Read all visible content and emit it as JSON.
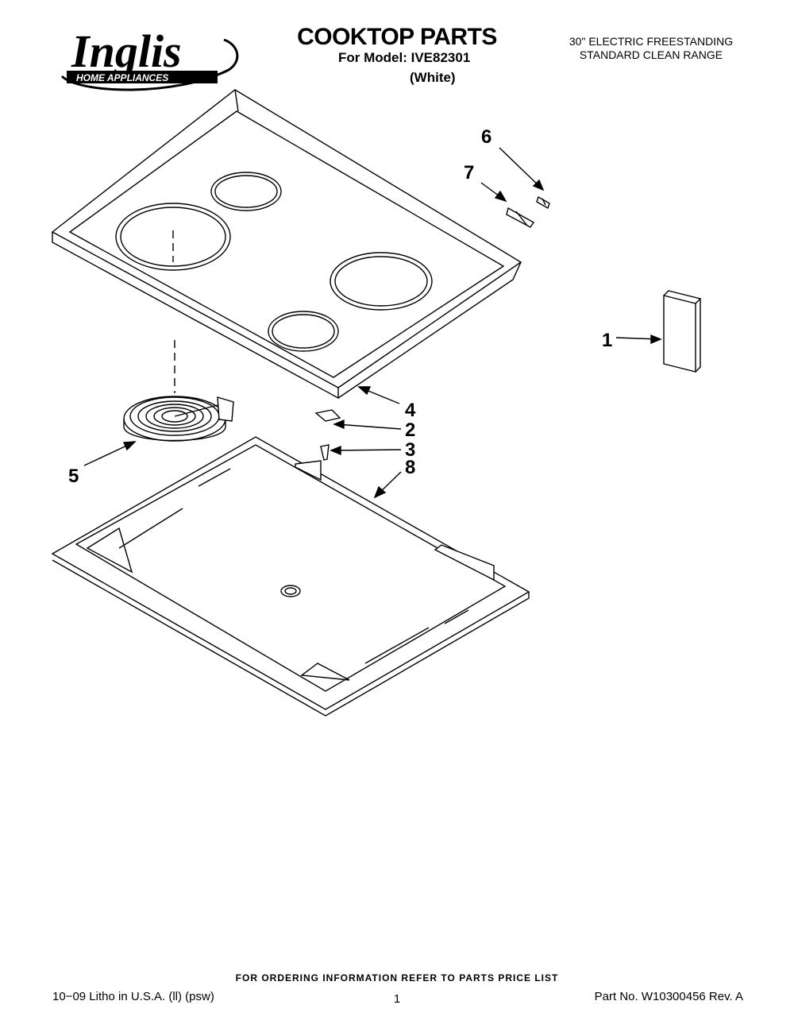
{
  "header": {
    "brand": "Inglis",
    "brand_sub": "HOME APPLIANCES",
    "title": "COOKTOP PARTS",
    "model_line": "For Model: IVE82301",
    "color_line": "(White)",
    "range_line1": "30\" ELECTRIC FREESTANDING",
    "range_line2": "STANDARD CLEAN RANGE"
  },
  "callouts": [
    "1",
    "2",
    "3",
    "4",
    "5",
    "6",
    "7",
    "8"
  ],
  "footer": {
    "ordering_note": "FOR ORDERING INFORMATION REFER TO PARTS PRICE LIST",
    "litho": "10−09 Litho in U.S.A. (ll) (psw)",
    "page_number": "1",
    "part_number": "Part No. W10300456 Rev. A"
  }
}
